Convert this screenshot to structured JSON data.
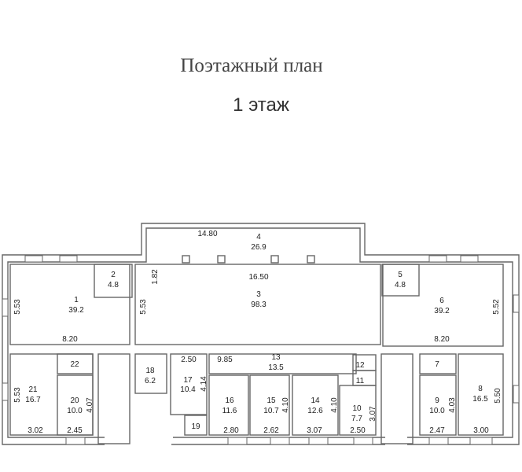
{
  "header": {
    "title": "Поэтажный план",
    "subtitle": "1 этаж"
  },
  "rooms": [
    {
      "number": "1",
      "area": "39.2"
    },
    {
      "number": "2",
      "area": "4.8"
    },
    {
      "number": "3",
      "area": "98.3"
    },
    {
      "number": "4",
      "area": "26.9"
    },
    {
      "number": "5",
      "area": "4.8"
    },
    {
      "number": "6",
      "area": "39.2"
    },
    {
      "number": "7"
    },
    {
      "number": "8",
      "area": "16.5"
    },
    {
      "number": "9",
      "area": "10.0"
    },
    {
      "number": "10",
      "area": "7.7"
    },
    {
      "number": "11"
    },
    {
      "number": "12"
    },
    {
      "number": "13",
      "area": "13.5"
    },
    {
      "number": "14",
      "area": "12.6"
    },
    {
      "number": "15",
      "area": "10.7"
    },
    {
      "number": "16",
      "area": "11.6"
    },
    {
      "number": "17",
      "area": "10.4"
    },
    {
      "number": "18",
      "area": "6.2"
    },
    {
      "number": "19"
    },
    {
      "number": "20",
      "area": "10.0"
    },
    {
      "number": "21",
      "area": "16.7"
    },
    {
      "number": "22"
    }
  ],
  "dimensions": {
    "d_14_80": "14.80",
    "d_16_50": "16.50",
    "d_1_82": "1.82",
    "d_5_53_a": "5.53",
    "d_5_53_b": "5.53",
    "d_5_53_c": "5.53",
    "d_5_52": "5.52",
    "d_8_20_a": "8.20",
    "d_8_20_b": "8.20",
    "d_2_50_a": "2.50",
    "d_9_85": "9.85",
    "d_4_14": "4.14",
    "d_4_07": "4.07",
    "d_3_02": "3.02",
    "d_2_45": "2.45",
    "d_2_80": "2.80",
    "d_2_62": "2.62",
    "d_4_10_a": "4.10",
    "d_3_07_a": "3.07",
    "d_4_10_b": "4.10",
    "d_2_50_b": "2.50",
    "d_3_07_b": "3.07",
    "d_2_47": "2.47",
    "d_4_03": "4.03",
    "d_3_00": "3.00",
    "d_5_50": "5.50"
  }
}
